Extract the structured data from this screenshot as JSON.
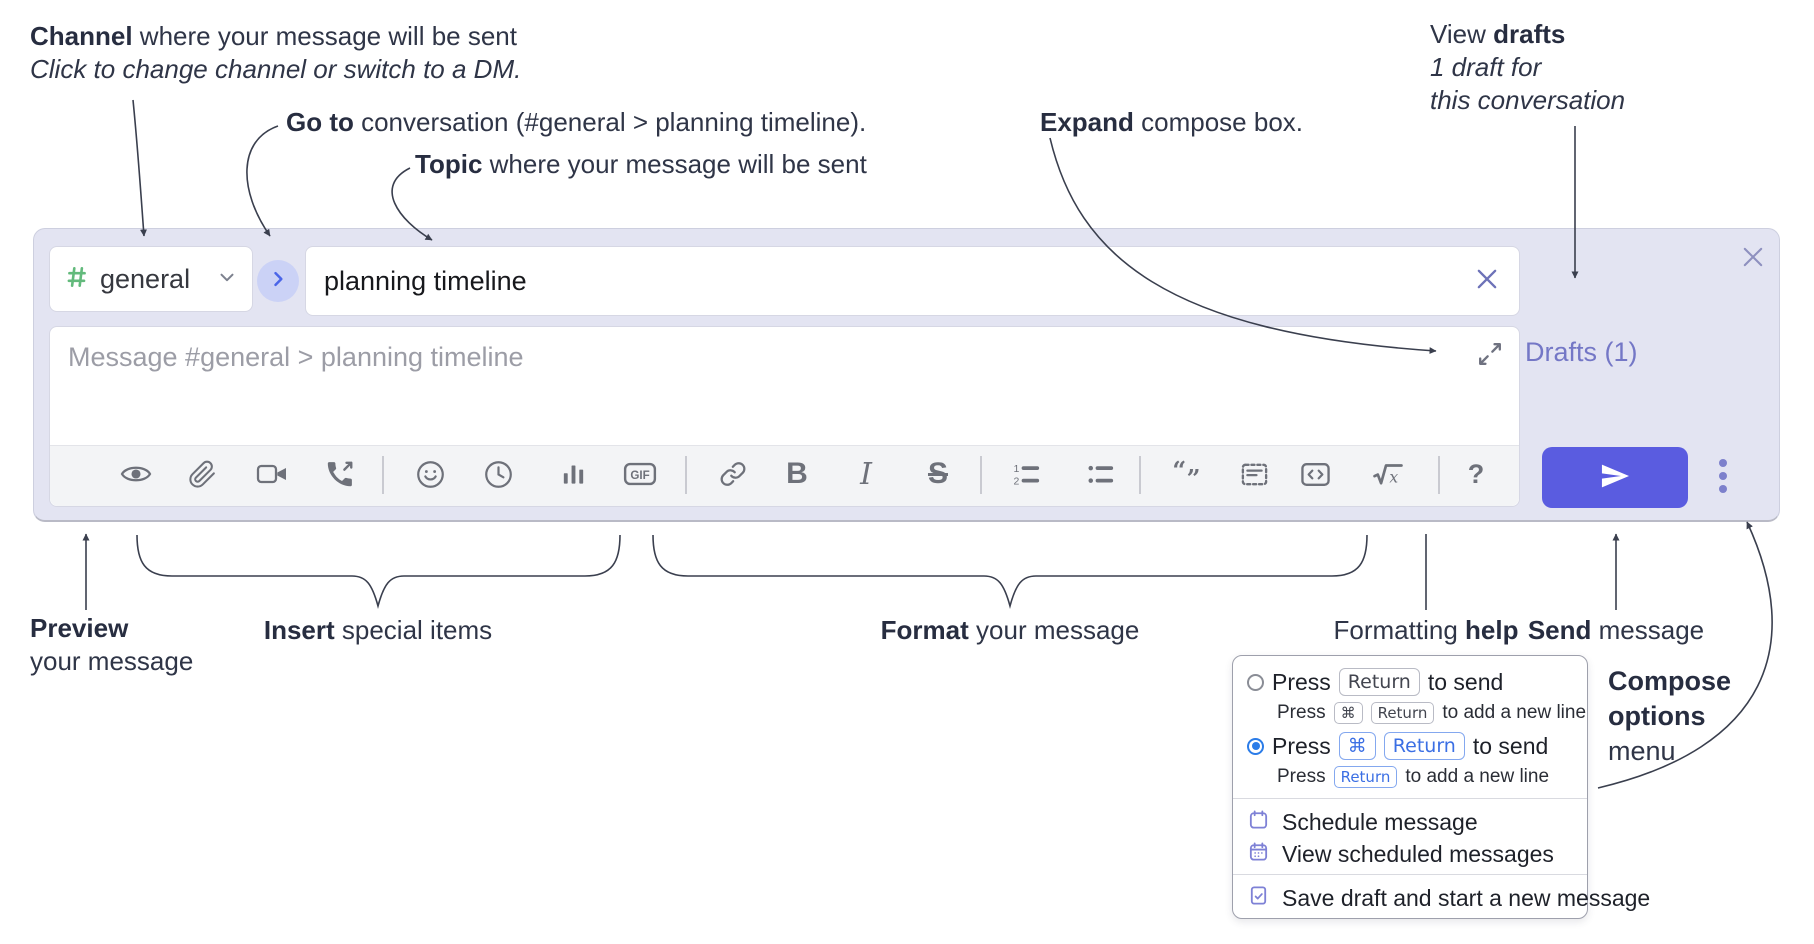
{
  "annotations": {
    "channel_label": {
      "bold": "Channel",
      "rest": " where your message will be sent",
      "line2": "Click to change channel or switch to a DM."
    },
    "goto_label": {
      "bold": "Go to",
      "rest": " conversation (#general > planning timeline)."
    },
    "topic_label": {
      "bold": "Topic",
      "rest": " where your message will be sent"
    },
    "expand_label": {
      "bold": "Expand",
      "rest": " compose box."
    },
    "view_drafts_label": {
      "pre": "View ",
      "bold": "drafts",
      "line2": "1 draft for",
      "line3": "this conversation"
    },
    "preview_label": {
      "bold": "Preview",
      "line2": "your message"
    },
    "insert_label": {
      "bold": "Insert",
      "rest": " special items"
    },
    "format_label": {
      "bold": "Format",
      "rest": " your message"
    },
    "formatting_help_label": {
      "pre": "Formatting ",
      "bold": "help"
    },
    "send_label": {
      "bold": "Send",
      "rest": " message"
    },
    "compose_options_label": {
      "line1": "Compose",
      "line2": "options",
      "line3": "menu"
    }
  },
  "compose": {
    "channel": "general",
    "topic": "planning timeline",
    "message_placeholder": "Message #general > planning timeline",
    "drafts_link": "Drafts (1)",
    "gif_label": "GIF"
  },
  "toolbar": {
    "icons": [
      "preview",
      "attach-file",
      "video-call",
      "audio-call",
      "emoji",
      "add-global-time",
      "poll",
      "gif",
      "link",
      "bold",
      "italic",
      "strikethrough",
      "numbered-list",
      "bulleted-list",
      "quote",
      "spoiler",
      "code",
      "math",
      "help"
    ]
  },
  "menu": {
    "options": [
      {
        "checked": false,
        "main": {
          "press": "Press",
          "keys": [
            "Return"
          ],
          "suffix": "to send"
        },
        "sub": {
          "press": "Press",
          "keys": [
            "⌘",
            "Return"
          ],
          "suffix": "to add a new line"
        }
      },
      {
        "checked": true,
        "main": {
          "press": "Press",
          "keys": [
            "⌘",
            "Return"
          ],
          "suffix": "to send"
        },
        "sub": {
          "press": "Press",
          "keys": [
            "Return"
          ],
          "suffix": "to add a new line"
        }
      }
    ],
    "items": [
      "Schedule message",
      "View scheduled messages",
      "Save draft and start a new message"
    ]
  },
  "colors": {
    "container_bg": "#e3e4f2",
    "send_button": "#5a5ce0",
    "drafts_link": "#7477c6",
    "hash_green": "#63ba7c",
    "kbd_blue": "#3b6fe4",
    "radio_checked": "#2b7ce8",
    "menu_icon_purple": "#7e81d6",
    "toolbar_icon_gray": "#6e717a",
    "annotation_text": "#2f3547"
  }
}
